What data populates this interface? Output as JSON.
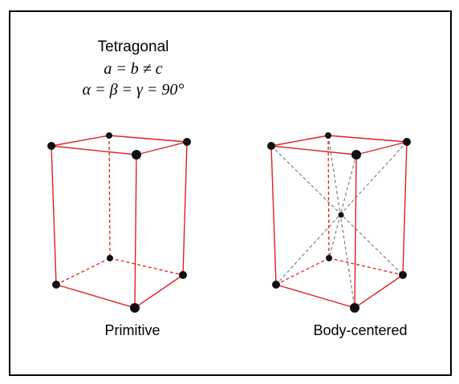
{
  "heading": {
    "title": "Tetragonal",
    "equation_1": "a = b ≠ c",
    "equation_2": "α = β = γ = 90°"
  },
  "captions": {
    "primitive": "Primitive",
    "body_centered": "Body-centered"
  },
  "colors": {
    "edge": "#e02020",
    "atom": "#111111",
    "diagonal": "#808080",
    "border": "#000000"
  }
}
